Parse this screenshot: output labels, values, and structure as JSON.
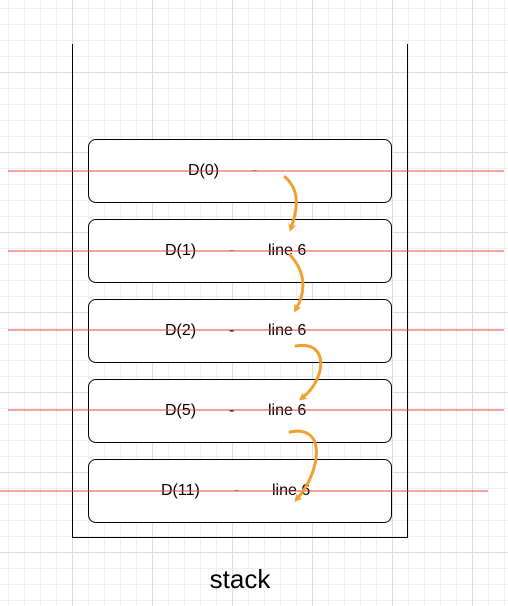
{
  "stack_label": "stack",
  "frames": [
    {
      "call": "D(0)",
      "sep": "-",
      "line": ""
    },
    {
      "call": "D(1)",
      "sep": "-",
      "line": "line 6"
    },
    {
      "call": "D(2)",
      "sep": "-",
      "line": "line 6"
    },
    {
      "call": "D(5)",
      "sep": "-",
      "line": "line 6"
    },
    {
      "call": "D(11)",
      "sep": "-",
      "line": "line 6"
    }
  ],
  "colors": {
    "strike_line": "#e8473a",
    "arrow": "#f0a030"
  }
}
